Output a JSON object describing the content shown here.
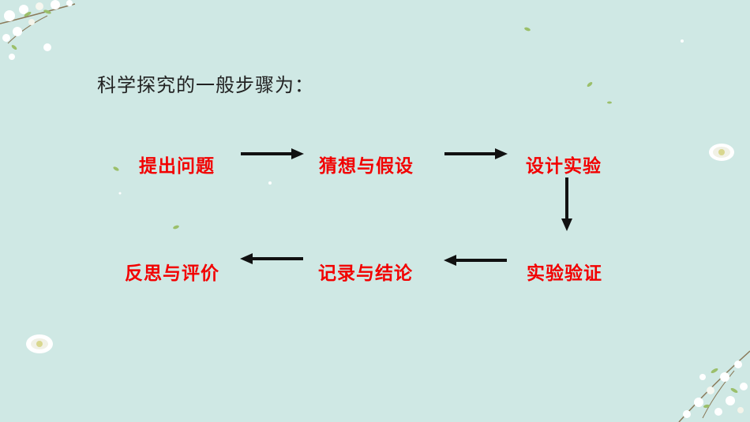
{
  "heading": "科学探究的一般步骤为：",
  "steps": {
    "s1": "提出问题",
    "s2": "猜想与假设",
    "s3": "设计实验",
    "s4": "实验验证",
    "s5": "记录与结论",
    "s6": "反思与评价"
  },
  "colors": {
    "background": "#cfe8e4",
    "step_text": "#f20000",
    "arrow": "#111111"
  }
}
